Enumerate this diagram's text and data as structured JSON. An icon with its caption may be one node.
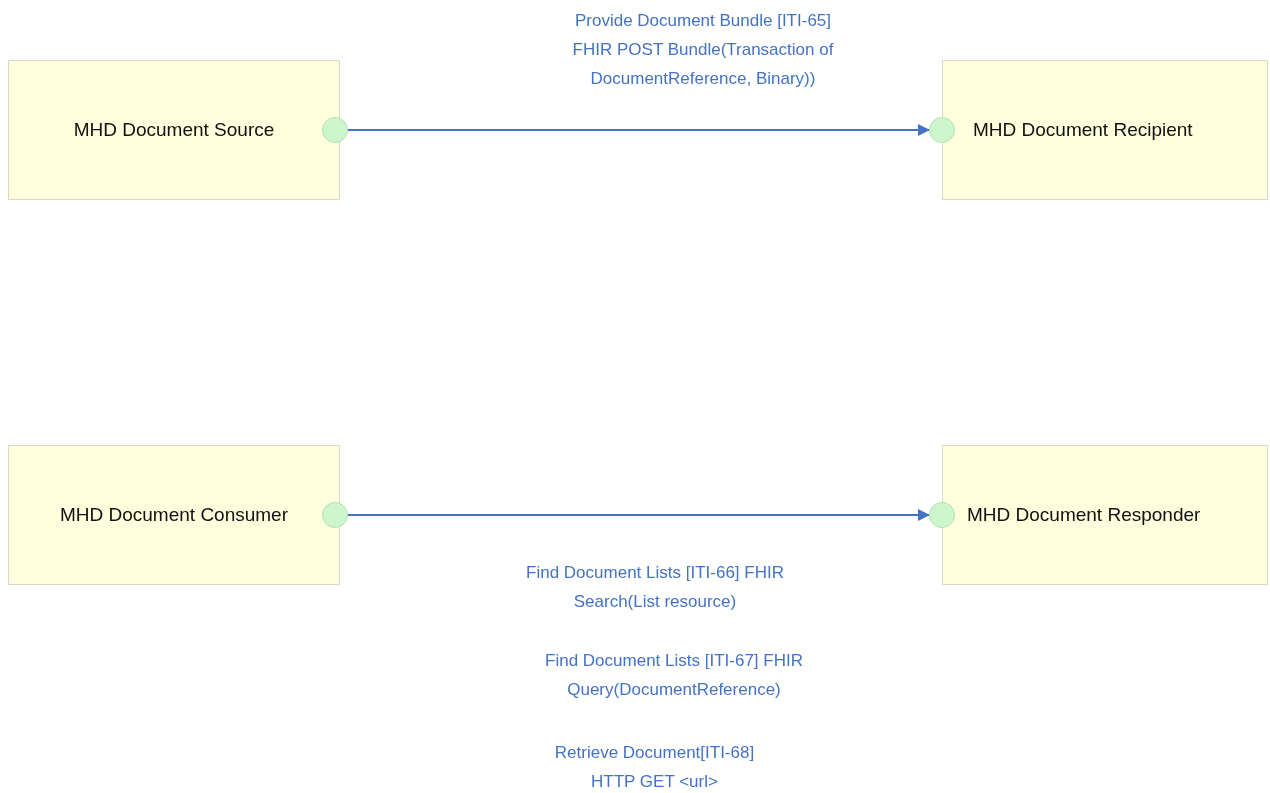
{
  "diagram": {
    "nodes": [
      {
        "text": [
          "MHD Document Source"
        ]
      },
      {
        "text": [],
        "shape": "circle"
      },
      {
        "text": [],
        "shape": "circle"
      },
      {
        "text": [
          "MHD Document Recipient"
        ]
      },
      {
        "text": [
          "MHD Document Consumer"
        ]
      },
      {
        "text": [],
        "shape": "circle"
      },
      {
        "text": [],
        "shape": "circle"
      },
      {
        "text": [
          "MHD Document Responder"
        ]
      }
    ],
    "edges": [
      {
        "from": 1,
        "to": 2,
        "arrow": "to",
        "label": "Provide Document Bundle [ITI-65] FHIR POST Bundle(Transaction of DocumentReference, Binary))"
      },
      {
        "from": 5,
        "to": 6,
        "arrow": "to",
        "label": "Find Document Lists [ITI-66] FHIR Search(List resource)"
      }
    ],
    "labels": [
      "Find Document Lists [ITI-67] FHIR Query(DocumentReference)",
      "Retrieve Document[ITI-68] HTTP GET <url>"
    ]
  }
}
